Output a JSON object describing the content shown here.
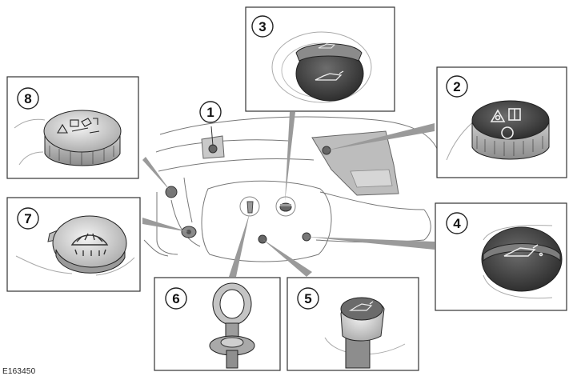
{
  "figure_code": "E163450",
  "callouts": [
    {
      "number": "1"
    },
    {
      "number": "2"
    },
    {
      "number": "3"
    },
    {
      "number": "4"
    },
    {
      "number": "5"
    },
    {
      "number": "6"
    },
    {
      "number": "7"
    },
    {
      "number": "8"
    }
  ],
  "icons": {
    "cap_2": "brake-fluid-symbol-icon",
    "cap_3": "engine-oil-symbol-icon",
    "cap_4": "engine-oil-symbol-icon",
    "cap_5": "engine-oil-symbol-icon",
    "cap_6": "dipstick-ring-icon",
    "cap_7": "washer-fluid-symbol-icon",
    "cap_8": "coolant-warning-symbol-icon"
  },
  "colors": {
    "line": "#333333",
    "leader_fill": "#9a9a9a",
    "cap_dark": "#4a4a4a",
    "cap_light": "#d8d8d8"
  }
}
